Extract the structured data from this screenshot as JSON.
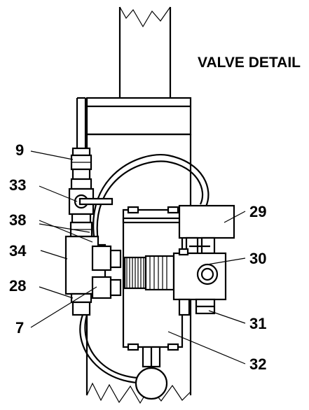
{
  "diagram": {
    "title": "VALVE DETAIL",
    "callouts": [
      {
        "id": "c9",
        "label": "9"
      },
      {
        "id": "c33",
        "label": "33"
      },
      {
        "id": "c38",
        "label": "38"
      },
      {
        "id": "c34",
        "label": "34"
      },
      {
        "id": "c28",
        "label": "28"
      },
      {
        "id": "c7",
        "label": "7"
      },
      {
        "id": "c29",
        "label": "29"
      },
      {
        "id": "c30",
        "label": "30"
      },
      {
        "id": "c31",
        "label": "31"
      },
      {
        "id": "c32",
        "label": "32"
      }
    ]
  }
}
